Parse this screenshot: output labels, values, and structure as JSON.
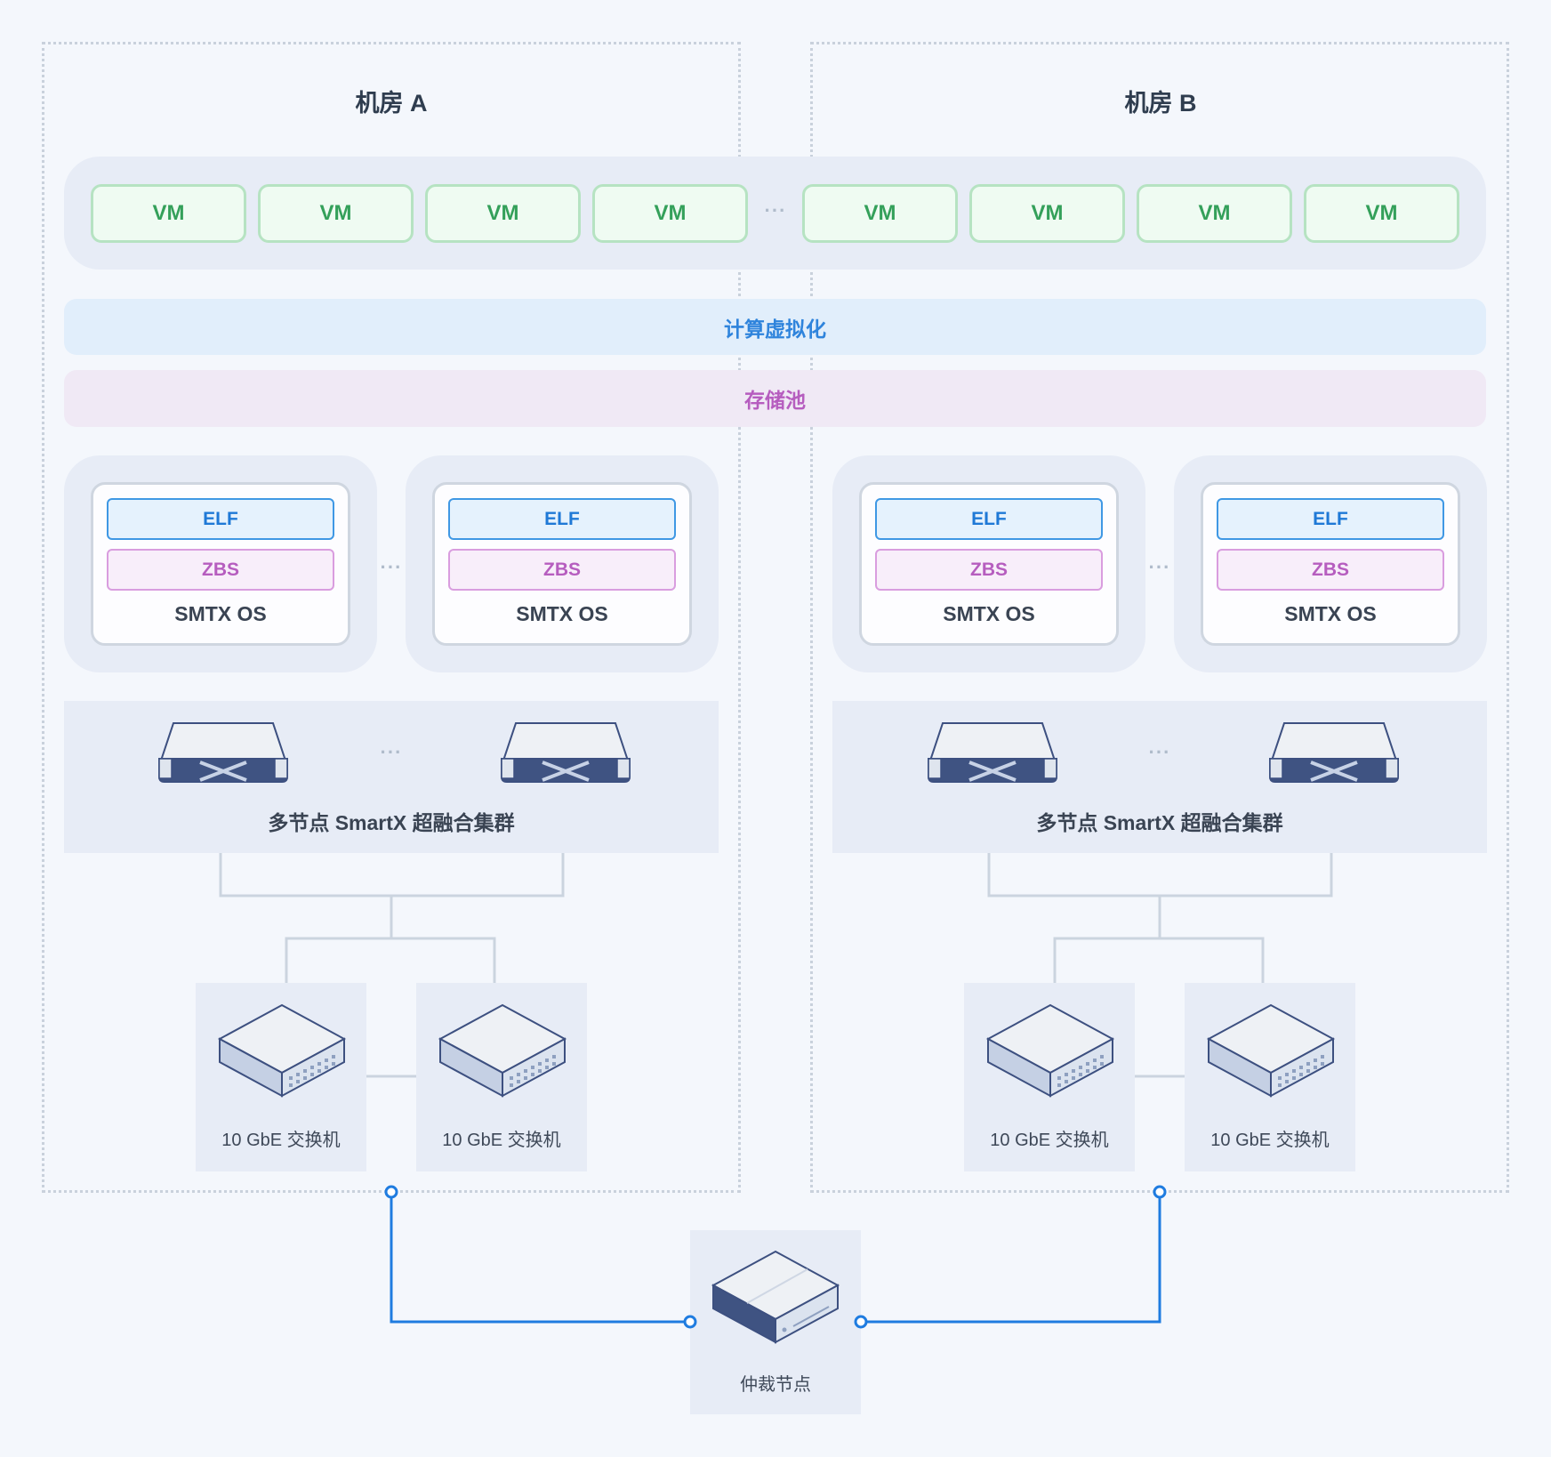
{
  "rooms": {
    "a": {
      "title": "机房 A"
    },
    "b": {
      "title": "机房 B"
    }
  },
  "vm": {
    "label": "VM",
    "count": 8,
    "separator": "···"
  },
  "layers": {
    "compute": "计算虚拟化",
    "storage": "存储池"
  },
  "node": {
    "elf": "ELF",
    "zbs": "ZBS",
    "os": "SMTX OS",
    "separator": "···"
  },
  "cluster": {
    "label": "多节点 SmartX 超融合集群",
    "separator": "···"
  },
  "switch": {
    "label": "10 GbE 交换机"
  },
  "witness": {
    "label": "仲裁节点"
  },
  "colors": {
    "background": "#f4f7fc",
    "vm_green": "#34a05a",
    "compute_blue": "#2f84dc",
    "storage_purple": "#b65dbf",
    "link_blue": "#1f7ce0",
    "connector_gray": "#cbd4df"
  },
  "icons": {
    "server": "server-icon",
    "switch": "network-switch-icon",
    "witness": "witness-server-icon"
  }
}
